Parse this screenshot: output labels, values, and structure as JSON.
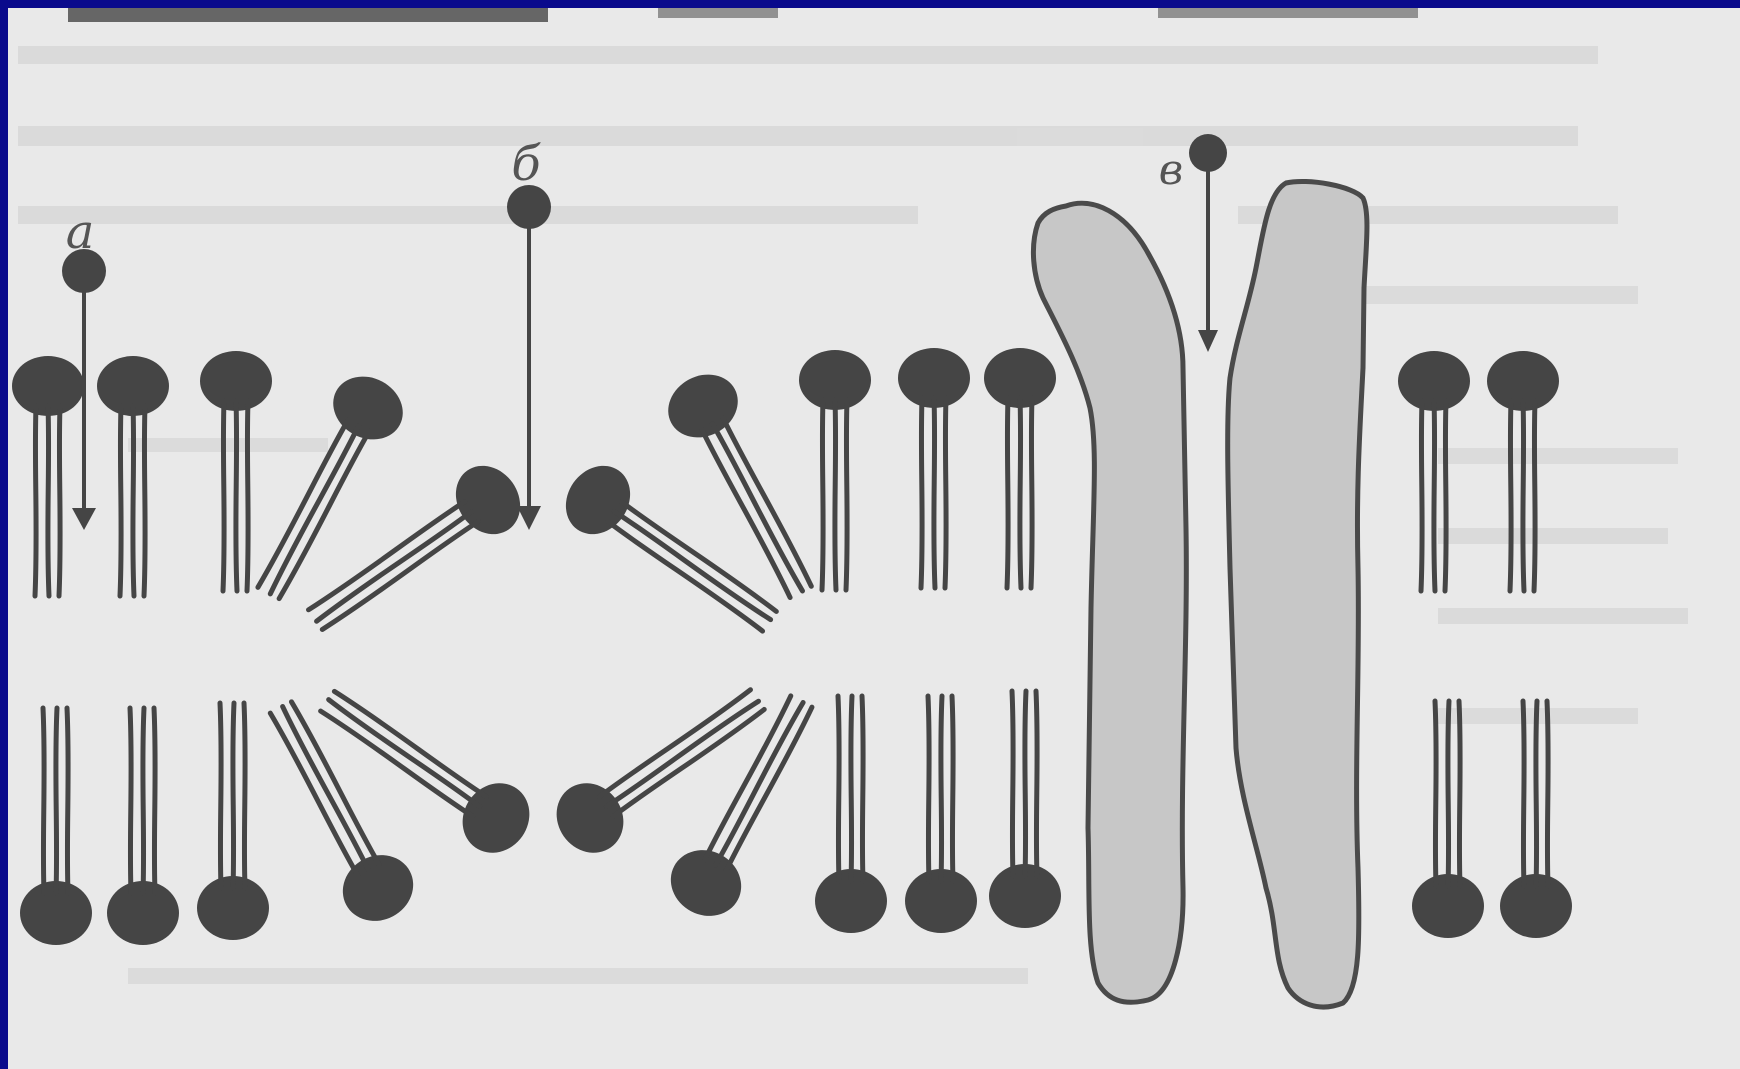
{
  "diagram": {
    "labels": {
      "a": "а",
      "b": "б",
      "c": "в"
    },
    "colors": {
      "frame": "#0a0a8c",
      "paper": "#e9e9e9",
      "lipid": "#454545",
      "protein_fill": "#c7c7c7",
      "protein_stroke": "#4a4a4a"
    }
  }
}
